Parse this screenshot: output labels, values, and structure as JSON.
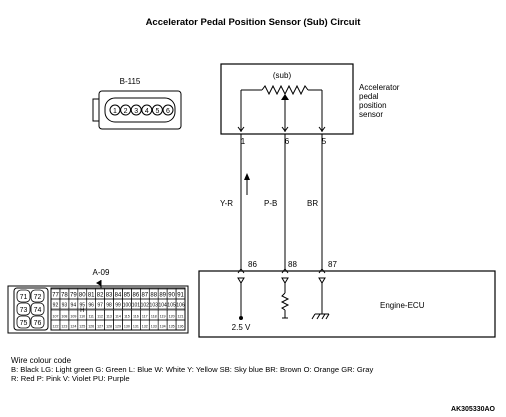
{
  "title": "Accelerator Pedal Position Sensor (Sub) Circuit",
  "connector_b115": {
    "label": "B-115",
    "pins": [
      "1",
      "2",
      "3",
      "4",
      "5",
      "6"
    ]
  },
  "connector_a09": {
    "label": "A-09",
    "left_pins": [
      "71",
      "72",
      "73",
      "74",
      "75",
      "76"
    ],
    "row1": [
      "77",
      "78",
      "79",
      "80",
      "81",
      "82",
      "83",
      "84",
      "85",
      "86",
      "87",
      "88",
      "89",
      "90",
      "91"
    ],
    "row2": [
      "92",
      "93",
      "94",
      "95",
      "96",
      "97",
      "98",
      "99",
      "100",
      "101",
      "102",
      "103",
      "104",
      "105",
      "106"
    ],
    "key": "H",
    "row3": [
      "107",
      "108",
      "109",
      "110",
      "111",
      "112",
      "113",
      "114",
      "115",
      "116",
      "117",
      "118",
      "119",
      "120",
      "121"
    ],
    "row4": [
      "122",
      "123",
      "124",
      "125",
      "126",
      "127",
      "128",
      "129",
      "130",
      "131",
      "132",
      "133",
      "134",
      "135",
      "136"
    ]
  },
  "sensor": {
    "sub_label": "(sub)",
    "name_lines": [
      "Accelerator",
      "pedal",
      "position",
      "sensor"
    ],
    "pins": [
      "1",
      "6",
      "5"
    ]
  },
  "wires": [
    "Y-R",
    "P-B",
    "BR"
  ],
  "ecu": {
    "name": "Engine-ECU",
    "pins": [
      "86",
      "88",
      "87"
    ],
    "voltage": "2.5 V"
  },
  "legend": {
    "heading": "Wire colour code",
    "line1": "B: Black  LG: Light green  G: Green  L: Blue  W: White  Y: Yellow  SB: Sky blue  BR: Brown  O: Orange  GR: Gray",
    "line2": "R: Red  P: Pink  V: Violet  PU: Purple"
  },
  "figure_code": "AK305330AO"
}
